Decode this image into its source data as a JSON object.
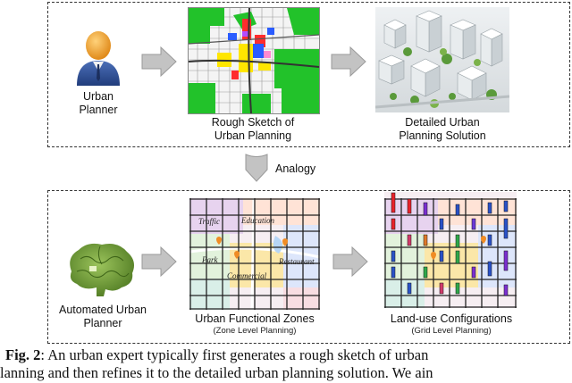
{
  "top": {
    "planner_line1": "Urban",
    "planner_line2": "Planner",
    "sketch_line1": "Rough Sketch of",
    "sketch_line2": "Urban Planning",
    "detailed_line1": "Detailed Urban",
    "detailed_line2": "Planning Solution"
  },
  "analogy_label": "Analogy",
  "bottom": {
    "auto_line1": "Automated Urban",
    "auto_line2": "Planner",
    "zones_label": "Urban Functional Zones",
    "zones_sub": "(Zone Level Planning)",
    "landuse_label": "Land-use Configurations",
    "landuse_sub": "(Grid Level Planning)",
    "zone_names": {
      "traffic": "Traffic",
      "education": "Education",
      "park": "Park",
      "restaurant": "Restaurant",
      "commercial": "Commercial"
    }
  },
  "caption": {
    "fig_label": "Fig. 2",
    "line1": ": An urban expert typically first generates a rough sketch of urban",
    "line2": "lanning and then refines it to the detailed urban planning solution. We ain"
  }
}
